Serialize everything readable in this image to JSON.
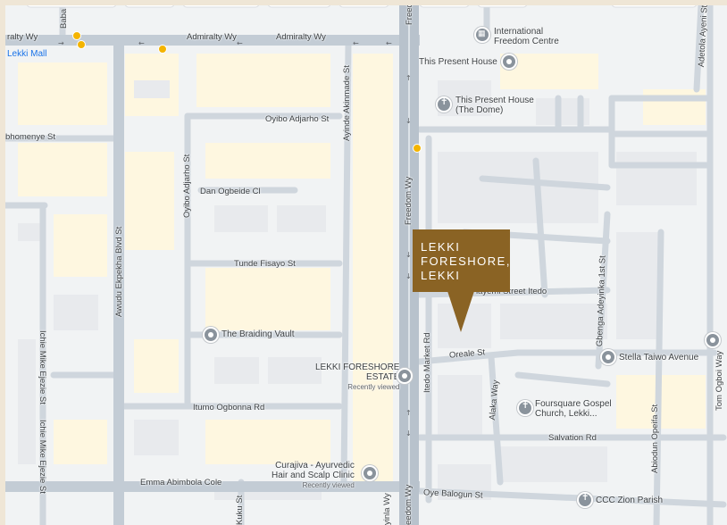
{
  "map": {
    "callout": {
      "lines": [
        "LEKKI",
        "FORESHORE,",
        "LEKKI"
      ],
      "color": "#8a6324"
    },
    "streets": {
      "admiralty_1": "Admiralty Wy",
      "admiralty_2": "Admiralty Wy",
      "admiralty_3": "ralty Wy",
      "oyibo_adjarho_st": "Oyibo Adjarho St",
      "bhomenye": "bhomenye St",
      "dan_ogbeide": "Dan Ogbeide Cl",
      "tunde_fisayo": "Tunde Fisayo St",
      "itumo_ogbonna": "Itumo Ogbonna Rd",
      "emma_abimbola": "Emma Abimbola Cole",
      "oreale": "Oreale St",
      "salvation": "Salvation Rd",
      "oye_balogun": "Oye Balogun St",
      "stella_taiwo": "Stella Taiwo Avenue",
      "olayemi": "layemi Street Itedo",
      "freedom_1": "Freedom Wy",
      "freedom_2": "Freedom Wy",
      "freedom_3": "eedom Wy",
      "freedom_top": "Freed",
      "awudu": "Awudu Ekpekha Blvd St",
      "ichie": "Ichie Mike Ejezie St",
      "oyibo_adjarho_v": "Oyibo Adjarho St",
      "ayinde": "Ayinde Akinmade St",
      "itedo_market": "Itedo Market Rd",
      "alaka": "Alaka Way",
      "gbenga": "Gbenga Adeyinka 1st St",
      "abiodun": "Abiodun Opeifa St",
      "tom_ogboi": "Tom Ogboi Way",
      "adetola": "Adetola Ayeni St",
      "kuku": "Kuku St",
      "yinla": "yinla Wy",
      "baba": "Baba"
    },
    "pois": {
      "international_freedom": [
        "International",
        "Freedom Centre"
      ],
      "this_present_house": "This Present House",
      "this_present_house_dome": [
        "This Present House",
        "(The Dome)"
      ],
      "braiding_vault": "The Braiding Vault",
      "lekki_foreshore_estate": [
        "LEKKI FORESHORE",
        "ESTATE"
      ],
      "lekki_foreshore_recently": "Recently viewed",
      "stella_taiwo": "Stella Taiwo Avenue",
      "foursquare": [
        "Foursquare Gospel",
        "Church, Lekki..."
      ],
      "curajiva": [
        "Curajiva - Ayurvedic",
        "Hair and Scalp Clinic"
      ],
      "curajiva_recently": "Recently viewed",
      "ccc_zion": "CCC Zion Parish",
      "lekki_mall": "Lekki Mall"
    }
  }
}
